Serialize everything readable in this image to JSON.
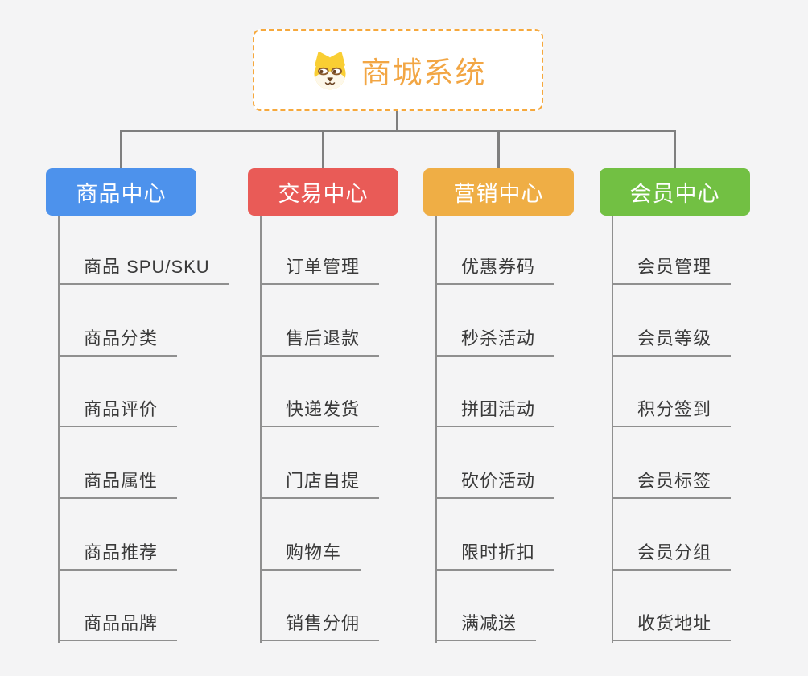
{
  "diagram": {
    "root": {
      "title": "商城系统",
      "icon": "shiba-dog-icon"
    },
    "branches": [
      {
        "id": "product-center",
        "label": "商品中心",
        "color": "#4d92ec",
        "items": [
          "商品 SPU/SKU",
          "商品分类",
          "商品评价",
          "商品属性",
          "商品推荐",
          "商品品牌"
        ]
      },
      {
        "id": "trade-center",
        "label": "交易中心",
        "color": "#e95b57",
        "items": [
          "订单管理",
          "售后退款",
          "快递发货",
          "门店自提",
          "购物车",
          "销售分佣"
        ]
      },
      {
        "id": "marketing-center",
        "label": "营销中心",
        "color": "#efae45",
        "items": [
          "优惠券码",
          "秒杀活动",
          "拼团活动",
          "砍价活动",
          "限时折扣",
          "满减送"
        ]
      },
      {
        "id": "member-center",
        "label": "会员中心",
        "color": "#72c043",
        "items": [
          "会员管理",
          "会员等级",
          "积分签到",
          "会员标签",
          "会员分组",
          "收货地址"
        ]
      }
    ],
    "colors": {
      "root_accent": "#f2a644",
      "root_border": "#f6a83c",
      "connector": "#7f7f7f",
      "item_line": "#8f8f8f",
      "item_text": "#3a3a3a",
      "background": "#f4f4f5"
    }
  }
}
